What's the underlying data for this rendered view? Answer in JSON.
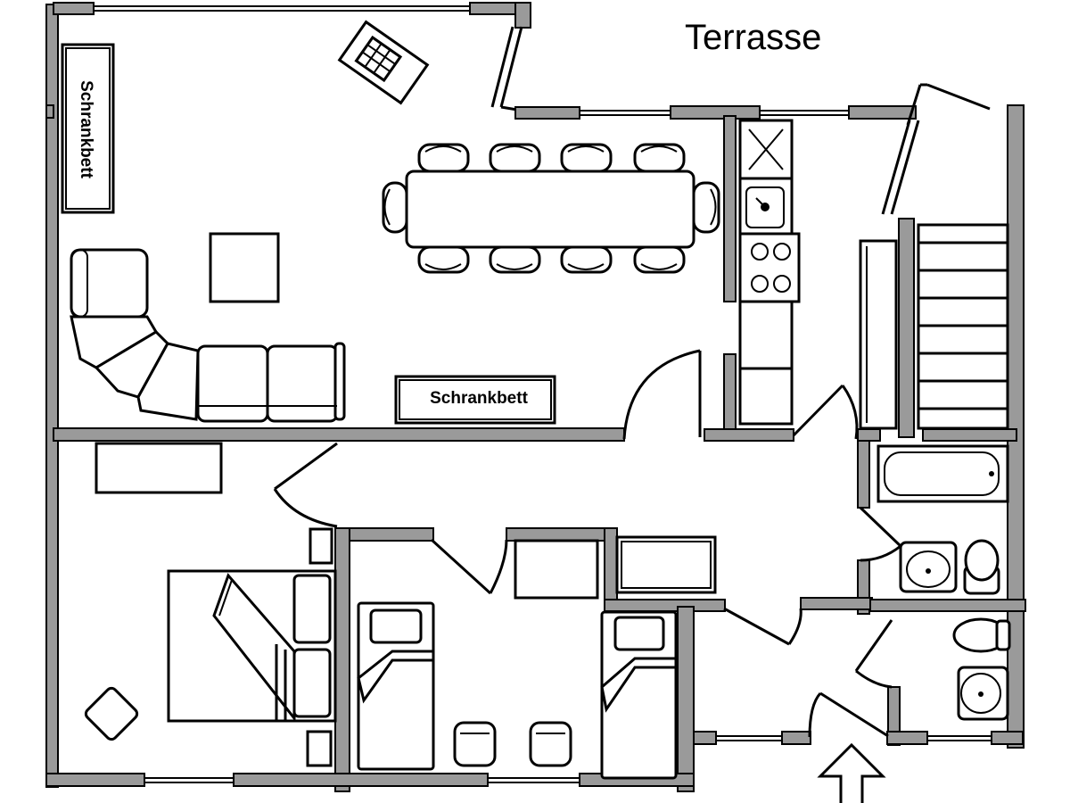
{
  "plan": {
    "title": "Terrasse",
    "labels": {
      "murphy_bed_left": "Schrankbett",
      "murphy_bed_center": "Schrankbett"
    },
    "colors": {
      "wall": "#9a9a9a",
      "line": "#000000",
      "background": "#ffffff"
    }
  }
}
